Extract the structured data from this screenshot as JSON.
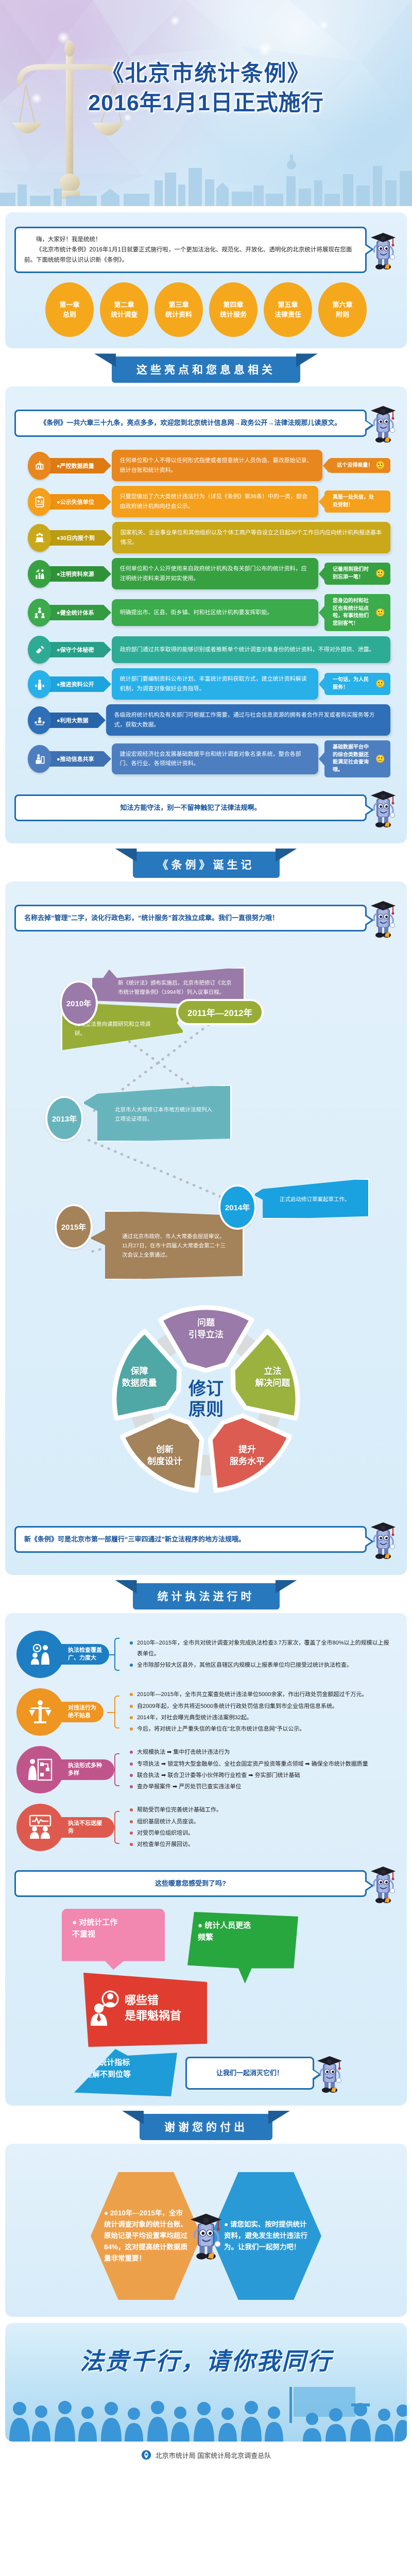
{
  "hero": {
    "title_line1": "《北京市统计条例》",
    "title_line2": "2016年1月1日正式施行"
  },
  "intro": {
    "bubble": "嗨，大家好！我是统统！\n《北京市统计条例》2016年1月1日就要正式施行啦，一个更加法治化、规范化、开放化、透明化的北京统计将展现在您面前。下面统统带您认识认识新《条例》。",
    "chapters": [
      {
        "num": "第一章",
        "name": "总则"
      },
      {
        "num": "第二章",
        "name": "统计调查"
      },
      {
        "num": "第三章",
        "name": "统计资料"
      },
      {
        "num": "第四章",
        "name": "统计服务"
      },
      {
        "num": "第五章",
        "name": "法律责任"
      },
      {
        "num": "第六章",
        "name": "附则"
      }
    ]
  },
  "section_highlights": {
    "title": "这些亮点和您息息相关",
    "lead_bubble": "《条例》一共六章三十九条，亮点多多，欢迎您到北京统计信息网→政务公开→法律法规那儿读原文。",
    "closing_bubble": "知法方能守法，别一不留神触犯了法律法规啊。",
    "items": [
      {
        "label": "●严控数据质量",
        "body": "任何单位和个人不得以任何形式指使或者授意统计人员伪造、篡改原始记录、统计台账和统计资料。",
        "note": "这个没得商量！",
        "emoji": "🙂",
        "icon": "data-quality-icon",
        "color": "#e8871e",
        "label_color": "#de7a12",
        "note_color": "#e8871e"
      },
      {
        "label": "●公示失信单位",
        "body": "只要您做出了六大类统计违法行为（详见《条例》第36条）中的一类，都会由政府统计机构向社会公示。",
        "note": "真是一处失信，处处受制！",
        "emoji": "😢",
        "icon": "public-notice-icon",
        "color": "#f4a01c",
        "label_color": "#ef9210",
        "note_color": "#f4a01c"
      },
      {
        "label": "●30日内报个到",
        "body": "国家机关、企业事业单位和其他组织以及个体工商户等自设立之日起30个工作日内应向统计机构报送基本情况。",
        "note": "",
        "emoji": "",
        "icon": "report-in-30-days-icon",
        "color": "#c9a81a",
        "label_color": "#bb9c12",
        "note_color": "#c9a81a"
      },
      {
        "label": "●注明资料来源",
        "body": "任何单位和个人公开使用来自政府统计机构及有关部门公布的统计资料，应注明统计资料来源并如实使用。",
        "note": "记着用到我们时别忘添一笔！",
        "emoji": "🙂",
        "icon": "cite-source-icon",
        "color": "#37a142",
        "label_color": "#2f9239",
        "note_color": "#37a142"
      },
      {
        "label": "●健全统计体系",
        "body": "明确提出市、区县、街乡镇、村和社区统计机构要发挥职能。",
        "note": "您身边的村和社区也有统计站点啦，有事找他们您别客气！",
        "emoji": "🙂",
        "icon": "statistics-system-icon",
        "color": "#3bab4b",
        "label_color": "#339b41",
        "note_color": "#3bab4b"
      },
      {
        "label": "●保守个体秘密",
        "body": "政府部门通过共享取得的能够识别或者推断单个统计调查对象身份的统计资料，不得对外提供、泄露。",
        "note": "",
        "emoji": "",
        "icon": "privacy-icon",
        "color": "#2eab95",
        "label_color": "#28a089",
        "note_color": "#2eab95"
      },
      {
        "label": "●推进资料公开",
        "body": "统计部门要编制资料公布计划、丰富统计资料获取方式，建立统计资料解读机制，为调查对象做好业务指导。",
        "note": "一句话，为人民服务！",
        "emoji": "🙂",
        "icon": "open-data-icon",
        "color": "#28b0e8",
        "label_color": "#1ea4dc",
        "note_color": "#28b0e8"
      },
      {
        "label": "●利用大数据",
        "body": "各级政府统计机构及有关部门可根据工作需要，通过与社会信息资源的拥有者合作开发或者购买服务等方式，获取大数据。",
        "note": "",
        "emoji": "",
        "icon": "big-data-icon",
        "color": "#2f6fb8",
        "label_color": "#2964a9",
        "note_color": "#2f6fb8"
      },
      {
        "label": "●推动信息共享",
        "body": "建设宏观经济社会发展基础数据平台和统计调查对象名录系统，整合各部门、各行业、各领域统计资料。",
        "note": "基础数据平台中的综合类数据还能满足社会查询哦。",
        "emoji": "🙂",
        "icon": "info-sharing-icon",
        "color": "#4d7fc0",
        "label_color": "#3f71b2",
        "note_color": "#4d7fc0"
      }
    ]
  },
  "section_birth": {
    "title": "《条例》诞生记",
    "lead_bubble": "名称去掉“管理”二字，淡化行政色彩，“统计服务”首次独立成章。我们一直很努力哦！",
    "closing_bubble": "新《条例》可是北京市第一部履行“三审四通过”新立法程序的地方法规哦。",
    "timeline": [
      {
        "year": "2010年",
        "text": "新《统计法》颁布实施后，北京市把修订《北京市统计管理条例》（1994年）列入议事日程。",
        "color": "#9a7aa8"
      },
      {
        "year": "2011年—2012年",
        "text": "完成立法意向课题研究和立项调研。",
        "color": "#97ad38"
      },
      {
        "year": "2013年",
        "text": "北京市人大将修订本市地方统计法规列入立项论证项目。",
        "color": "#68b4bd"
      },
      {
        "year": "2014年",
        "text": "正式启动修订草案起草工作。",
        "color": "#19a1e0"
      },
      {
        "year": "2015年",
        "text": "通过北京市政府、市人大常委会层层审议。11月27日，在市十四届人大常委会第二十三次会议上全票通过。",
        "color": "#a4825a"
      }
    ],
    "wheel": {
      "center_line1": "修订",
      "center_line2": "原则",
      "center_color": "#15519b",
      "petals": [
        {
          "line1": "问题",
          "line2": "引导立法",
          "color": "#9a7aa8"
        },
        {
          "line1": "立法",
          "line2": "解决问题",
          "color": "#9bb23f"
        },
        {
          "line1": "提升",
          "line2": "服务水平",
          "color": "#dc5c52"
        },
        {
          "line1": "创新",
          "line2": "制度设计",
          "color": "#a4825a"
        },
        {
          "line1": "保障",
          "line2": "数据质量",
          "color": "#4fa8a5"
        }
      ]
    }
  },
  "section_enforcement": {
    "title": "统计执法进行时",
    "closing_bubble": "这些暖意您感受到了吗?",
    "cards": [
      {
        "title": "执法检查覆盖\n广、力度大",
        "color": "#1d7ec4",
        "icon": "inspection-icon",
        "points": [
          "2010年--2015年，全市共对统计调查对象完成执法检查3.7万家次，覆盖了全市80%以上的规模以上报表单位。",
          "全市除部分较大区县外，其他区县辖区内规模以上报表单位均已接受过统计执法检查。"
        ]
      },
      {
        "title": "对违法行为\n绝不姑息",
        "color": "#ef9522",
        "icon": "justice-scale-icon",
        "points": [
          "2010年—2015年，全市共立案查处统计违法单位5000余家，作出行政处罚金额超过千万元。",
          "自2009年起，全市共将近5000条统计行政处罚信息归集到市企业信用信息系统。",
          "2014年，对社会曝光典型统计违法案例32起。",
          "今后，将对统计上严重失信的单位在“北京市统计信息网”予以公示。"
        ]
      },
      {
        "title": "执法形式多种多样",
        "color": "#c0558c",
        "icon": "enforcement-forms-icon",
        "points": [
          "大规模执法 ➡ 集中打击统计违法行为",
          "专项执法 ➡ 锁定特大型金融单位、全社会固定资产投资等重点领域 ➡ 确保全市统计数据质量",
          "联合执法 ➡ 联合卫计委等小伙伴跨行业检查 ➡ 夯实部门统计基础",
          "查办举报案件 ➡ 严厉处罚已查实违法单位"
        ]
      },
      {
        "title": "执法不忘送服务",
        "color": "#df5a4e",
        "icon": "service-icon",
        "points": [
          "帮助受罚单位完善统计基础工作。",
          "组织基层统计人员座谈。",
          "对受罚单位组织培训。",
          "对检查单位开展回访。"
        ]
      }
    ],
    "culprit": {
      "center_line1": "哪些错",
      "center_line2": "是罪魁祸首",
      "center_color": "#e03d30",
      "tags": [
        {
          "text": "● 对统计工作\n不重视",
          "color": "#f287b0"
        },
        {
          "text": "● 统计人员更迭\n频繁",
          "color": "#28a73e"
        },
        {
          "text": "● 对统计指标\n理解不到位等",
          "color": "#1e9cd7"
        }
      ],
      "final_bubble": "让我们一起消灭它们！"
    }
  },
  "section_thanks": {
    "title": "谢谢您的付出",
    "hexes": [
      {
        "text": "● 2010年—2015年，全市统计调查对象的统计台账、原始记录平均设置率均超过84%，这对提高统计数据质量非常重要！",
        "color": "#eda04a"
      },
      {
        "text": "● 请您如实、按时提供统计资料，避免发生统计违法行为。让我们一起努力吧！",
        "color": "#2a9ad6"
      }
    ]
  },
  "footer": {
    "slogan": "法贵千行，请你我同行",
    "org": "北京市统计局  国家统计局北京调查总队",
    "logo_icon": "bjtj-logo-icon"
  }
}
